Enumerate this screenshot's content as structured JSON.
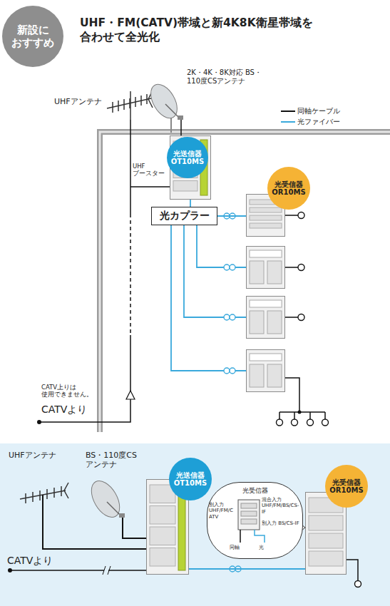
{
  "diagram": {
    "title": "UHF・FM(CATV)帯域と新4K8K衛星帯域を合わせて全光化",
    "nodes": [
      {
        "text": [
          "新設に おすすめ"
        ]
      },
      {
        "text": [
          "光送信器 OT10MS"
        ]
      },
      {
        "text": [
          "光カプラー"
        ]
      },
      {
        "text": [
          "光受信器 OR10MS"
        ]
      },
      {
        "text": [
          "光送信器 OT10MS"
        ]
      },
      {
        "text": [
          "光受信器"
        ]
      },
      {
        "text": [
          "光受信器 OR10MS"
        ]
      }
    ],
    "edges": [
      {
        "from": 1,
        "to": 2,
        "arrow": "none"
      },
      {
        "from": 2,
        "to": 3,
        "arrow": "none"
      },
      {
        "from": 4,
        "to": 6,
        "arrow": "none"
      }
    ],
    "labels": [
      "2K・4K・8K対応 BS・110度CSアンテナ",
      "UHFアンテナ",
      "UHF ブースター",
      "CATV上りは 使用できません。",
      "CATVより",
      "UHFアンテナ",
      "BS・110度CS アンテナ",
      "CATVより",
      "別入力 UHF/FM/CATV",
      "混合入力 UHF/FM/BS/CS-IF",
      "別入力 BS/CS-IF",
      "同軸",
      "光"
    ],
    "legend": [
      {
        "text": "同軸ケーブル"
      },
      {
        "text": "光ファイバー"
      }
    ]
  }
}
